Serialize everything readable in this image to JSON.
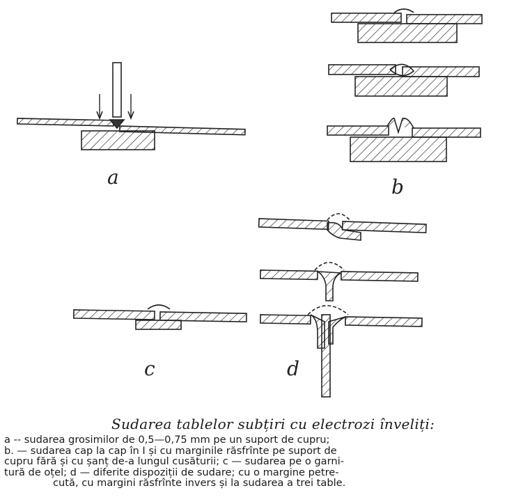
{
  "labels": {
    "a": "a",
    "b": "b",
    "c": "c",
    "d": "d"
  },
  "title": "Sudarea tablelor subțiri cu electrozi înveliți:",
  "caption": [
    "a -- sudarea grosimilor de 0,5—0,75 mm pe un suport de cupru;",
    "b. — sudarea cap la cap în I și cu marginile răsfrînte pe suport de",
    "cupru fără și cu șanț de-a lungul cusăturii; c — sudarea pe o garni-",
    "tură de oțel; d — diferite dispoziții de sudare; cu o margine petre-",
    "cută, cu margini răsfrînte invers și la sudarea a trei table."
  ]
}
